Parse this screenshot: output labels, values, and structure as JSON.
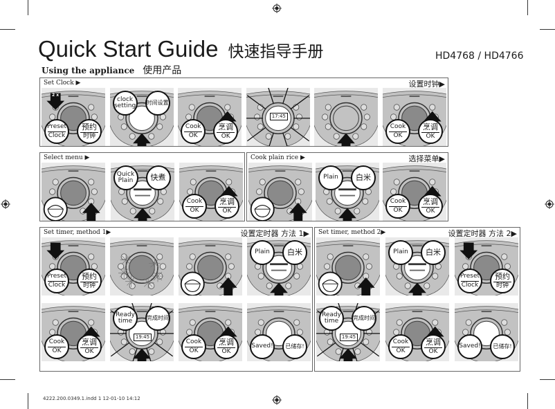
{
  "header": {
    "title": "Quick Start Guide",
    "title_zh": "快速指导手册",
    "models": "HD4768 / HD4766",
    "subtitle": "Using the appliance",
    "subtitle_zh": "使用产品"
  },
  "footer": "4222.200.0349.1.indd   1 12-01-10   14:12",
  "sections": [
    {
      "id": "set-clock",
      "label": "Set Clock ▶",
      "label_zh": "设置时钟▶",
      "rows": [
        [
          {
            "display": "dark",
            "arrow": "down-left",
            "arrow_label": "2 x",
            "bubbles": [
              {
                "top": "Preset",
                "bottom": "Clock"
              },
              {
                "top": "预约",
                "bottom": "时钟",
                "zh": true
              }
            ],
            "bubble_pos": "bottom"
          },
          {
            "display": "light",
            "arrow": "up-bottom",
            "bubbles": [
              {
                "text": "clock setting"
              },
              {
                "text": "时间设置",
                "zh": true,
                "small": true
              }
            ],
            "bubble_pos": "top"
          },
          {
            "display": "dark",
            "arrow": "up-right",
            "bubbles": [
              {
                "top": "Cook",
                "bottom": "OK"
              },
              {
                "top": "烹调",
                "bottom": "OK",
                "zh": true
              }
            ],
            "bubble_pos": "bottom"
          },
          {
            "display": "clock",
            "display_text": "17:45",
            "flash": true
          },
          {
            "display": "off",
            "arrow": "up-bottom"
          },
          {
            "display": "dark",
            "arrow": "up-right",
            "bubbles": [
              {
                "top": "Cook",
                "bottom": "OK"
              },
              {
                "top": "烹调",
                "bottom": "OK",
                "zh": true
              }
            ],
            "bubble_pos": "bottom"
          }
        ]
      ]
    },
    {
      "id": "select-menu",
      "label": "Select menu ▶",
      "label_zh": "",
      "rows": [
        [
          {
            "display": "dark",
            "arrow": "up-right-low",
            "bowl": true
          },
          {
            "display": "menu",
            "arrow": "up-bottom",
            "bubbles": [
              {
                "text": "Quick Plain"
              },
              {
                "text": "快煮",
                "zh": true
              }
            ],
            "bubble_pos": "top"
          },
          {
            "display": "dark",
            "arrow": "up-right",
            "bubbles": [
              {
                "top": "Cook",
                "bottom": "OK"
              },
              {
                "top": "烹调",
                "bottom": "OK",
                "zh": true
              }
            ],
            "bubble_pos": "bottom"
          }
        ]
      ]
    },
    {
      "id": "cook-plain-rice",
      "label": "Cook plain rice ▶",
      "label_zh": "选择菜单▶",
      "rows": [
        [
          {
            "display": "dark",
            "arrow": "up-right-low",
            "bowl": true
          },
          {
            "display": "menu",
            "arrow": "up-bottom",
            "bubbles": [
              {
                "text": "Plain"
              },
              {
                "text": "白米",
                "zh": true
              }
            ],
            "bubble_pos": "top"
          },
          {
            "display": "dark",
            "arrow": "up-right",
            "bubbles": [
              {
                "top": "Cook",
                "bottom": "OK"
              },
              {
                "top": "烹调",
                "bottom": "OK",
                "zh": true
              }
            ],
            "bubble_pos": "bottom"
          }
        ]
      ]
    },
    {
      "id": "set-timer-1",
      "label": "Set timer, method 1▶",
      "label_zh": "设置定时器  方法 1▶",
      "rows": [
        [
          {
            "display": "dark",
            "arrow": "down-left",
            "bubbles": [
              {
                "top": "Preset",
                "bottom": "Clock"
              },
              {
                "top": "预约",
                "bottom": "时钟",
                "zh": true
              }
            ],
            "bubble_pos": "bottom"
          },
          {
            "display": "dark",
            "sparkle": true
          },
          {
            "display": "dark",
            "arrow": "up-right-low",
            "bowl": true
          },
          {
            "display": "menu",
            "arrow": "up-bottom",
            "bubbles": [
              {
                "text": "Plain"
              },
              {
                "text": "白米",
                "zh": true
              }
            ],
            "bubble_pos": "top"
          }
        ],
        [
          {
            "display": "dark",
            "arrow": "up-right",
            "bubbles": [
              {
                "top": "Cook",
                "bottom": "OK"
              },
              {
                "top": "烹调",
                "bottom": "OK",
                "zh": true
              }
            ],
            "bubble_pos": "bottom"
          },
          {
            "display": "clock",
            "display_text": "19:45",
            "flash": true,
            "arrow": "up-bottom",
            "bubbles": [
              {
                "text": "Ready time"
              },
              {
                "text": "完成时间",
                "zh": true,
                "small": true
              }
            ],
            "bubble_pos": "top"
          },
          {
            "display": "dark",
            "arrow": "up-right",
            "bubbles": [
              {
                "top": "Cook",
                "bottom": "OK"
              },
              {
                "top": "烹调",
                "bottom": "OK",
                "zh": true
              }
            ],
            "bubble_pos": "bottom"
          },
          {
            "display": "saved",
            "bubbles": [
              {
                "text": "Saved!"
              },
              {
                "text": "已储存!",
                "zh": true,
                "small": true
              }
            ],
            "bubble_pos": "bottom"
          }
        ]
      ]
    },
    {
      "id": "set-timer-2",
      "label": "Set timer, method 2▶",
      "label_zh": "设置定时器  方法 2▶",
      "rows": [
        [
          {
            "display": "dark",
            "arrow": "up-right-low",
            "bowl": true
          },
          {
            "display": "menu",
            "arrow": "up-bottom",
            "bubbles": [
              {
                "text": "Plain"
              },
              {
                "text": "白米",
                "zh": true
              }
            ],
            "bubble_pos": "top"
          },
          {
            "display": "dark",
            "arrow": "down-left",
            "bubbles": [
              {
                "top": "Preset",
                "bottom": "Clock"
              },
              {
                "top": "预约",
                "bottom": "时钟",
                "zh": true
              }
            ],
            "bubble_pos": "bottom"
          }
        ],
        [
          {
            "display": "clock",
            "display_text": "19:45",
            "flash": true,
            "arrow": "up-bottom",
            "bubbles": [
              {
                "text": "Ready time"
              },
              {
                "text": "完成时间",
                "zh": true,
                "small": true
              }
            ],
            "bubble_pos": "top"
          },
          {
            "display": "dark",
            "arrow": "up-right",
            "bubbles": [
              {
                "top": "Cook",
                "bottom": "OK"
              },
              {
                "top": "烹调",
                "bottom": "OK",
                "zh": true
              }
            ],
            "bubble_pos": "bottom"
          },
          {
            "display": "saved",
            "bubbles": [
              {
                "text": "Saved!"
              },
              {
                "text": "已储存!",
                "zh": true,
                "small": true
              }
            ],
            "bubble_pos": "bottom"
          }
        ]
      ]
    }
  ]
}
